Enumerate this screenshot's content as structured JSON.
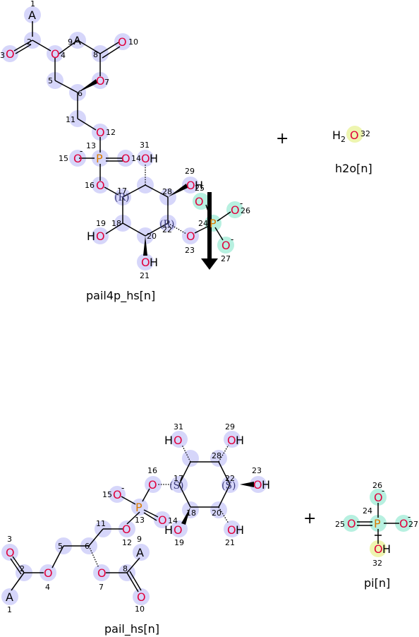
{
  "colors": {
    "oxygen": "#e0003c",
    "phosphorus": "#d97a00",
    "carbon_label": "#000000",
    "highlight": "#d6d6fa",
    "highlight_cyan": "#b7f0e0",
    "highlight_yellow": "#eef5b0"
  },
  "operator": "+",
  "symbols": {
    "O": "O",
    "P": "P",
    "H": "H",
    "A": "A",
    "minus": "-",
    "two": "2"
  },
  "config": {
    "R": "(R)",
    "S": "(S)"
  },
  "names": {
    "reactant1": "pail4p_hs[n]",
    "reactant2": "h2o[n]",
    "product1": "pail_hs[n]",
    "product2": "pi[n]"
  },
  "idx": {
    "n1": "1",
    "n2": "2",
    "n3": "3",
    "n4": "4",
    "n5": "5",
    "n6": "6",
    "n7": "7",
    "n8": "8",
    "n9": "9",
    "n10": "10",
    "n11": "11",
    "n12": "12",
    "n13": "13",
    "n14": "14",
    "n15": "15",
    "n16": "16",
    "n17": "17",
    "n18": "18",
    "n19": "19",
    "n20": "20",
    "n21": "21",
    "n22": "22",
    "n23": "23",
    "n24": "24",
    "n25": "25",
    "n26": "26",
    "n27": "27",
    "n28": "28",
    "n29": "29",
    "n31": "31",
    "n32": "32"
  }
}
